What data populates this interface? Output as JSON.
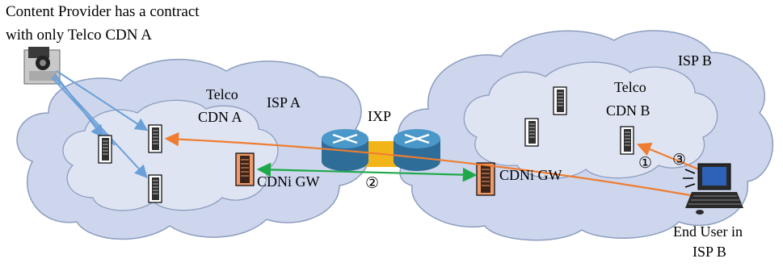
{
  "provider": {
    "line1": "Content Provider has a contract",
    "line2": "with only Telco CDN A"
  },
  "isp_a": {
    "label": "ISP A"
  },
  "isp_b": {
    "label": "ISP B"
  },
  "cdn_a": {
    "line1": "Telco",
    "line2": "CDN A"
  },
  "cdn_b": {
    "line1": "Telco",
    "line2": "CDN B"
  },
  "ixp": {
    "label": "IXP"
  },
  "gw_a": {
    "label": "CDNi GW"
  },
  "gw_b": {
    "label": "CDNi GW"
  },
  "end_user": {
    "line1": "End User in",
    "line2": "ISP B"
  },
  "steps": {
    "one": "①",
    "two": "②",
    "three": "③"
  },
  "colors": {
    "cloud_fill": "#cdd6ec",
    "cloud_stroke": "#8d9dbf",
    "inner_cloud_fill": "#dfe4f3",
    "provider_links": "#6a9fd8",
    "request_arrow": "#ee7d31",
    "gateway_arrow": "#1ea84a",
    "ixp_fill": "#f2b519",
    "router_fill": "#3f86b8"
  },
  "icons": {
    "provider": "content-server-icon",
    "cache_server": "cache-server-icon",
    "gateway_server": "gateway-server-icon",
    "router": "router-icon",
    "user": "computer-terminal-icon"
  }
}
